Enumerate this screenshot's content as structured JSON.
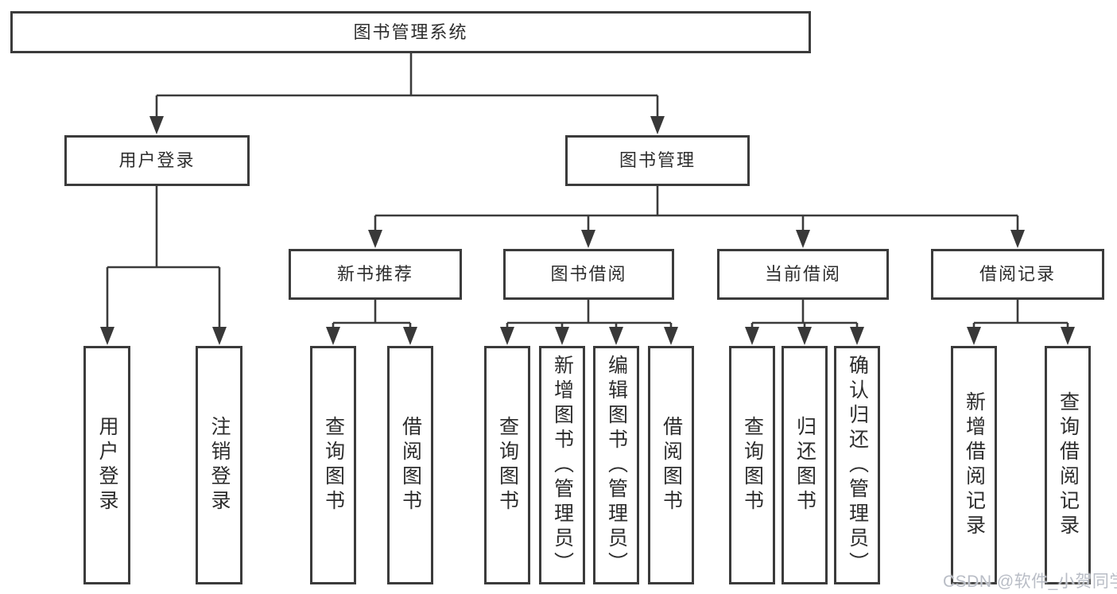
{
  "diagram": {
    "root": {
      "label": "图书管理系统",
      "children": [
        {
          "label": "用户登录",
          "children": [
            {
              "label": "用户登录"
            },
            {
              "label": "注销登录"
            }
          ]
        },
        {
          "label": "图书管理",
          "children": [
            {
              "label": "新书推荐",
              "children": [
                {
                  "label": "查询图书"
                },
                {
                  "label": "借阅图书"
                }
              ]
            },
            {
              "label": "图书借阅",
              "children": [
                {
                  "label": "查询图书"
                },
                {
                  "label": "新增图书（管理员）"
                },
                {
                  "label": "编辑图书（管理员）"
                },
                {
                  "label": "借阅图书"
                }
              ]
            },
            {
              "label": "当前借阅",
              "children": [
                {
                  "label": "查询图书"
                },
                {
                  "label": "归还图书"
                },
                {
                  "label": "确认归还（管理员）"
                }
              ]
            },
            {
              "label": "借阅记录",
              "children": [
                {
                  "label": "新增借阅记录"
                },
                {
                  "label": "查询借阅记录"
                }
              ]
            }
          ]
        }
      ]
    }
  },
  "watermark": {
    "text": "CSDN @软件_小贺同学"
  },
  "colors": {
    "background": "#ffffff",
    "line": "#3b3b3b",
    "box_border": "#3b3b3b",
    "text": "#2d2d2d",
    "watermark": "#b9bdc6"
  }
}
